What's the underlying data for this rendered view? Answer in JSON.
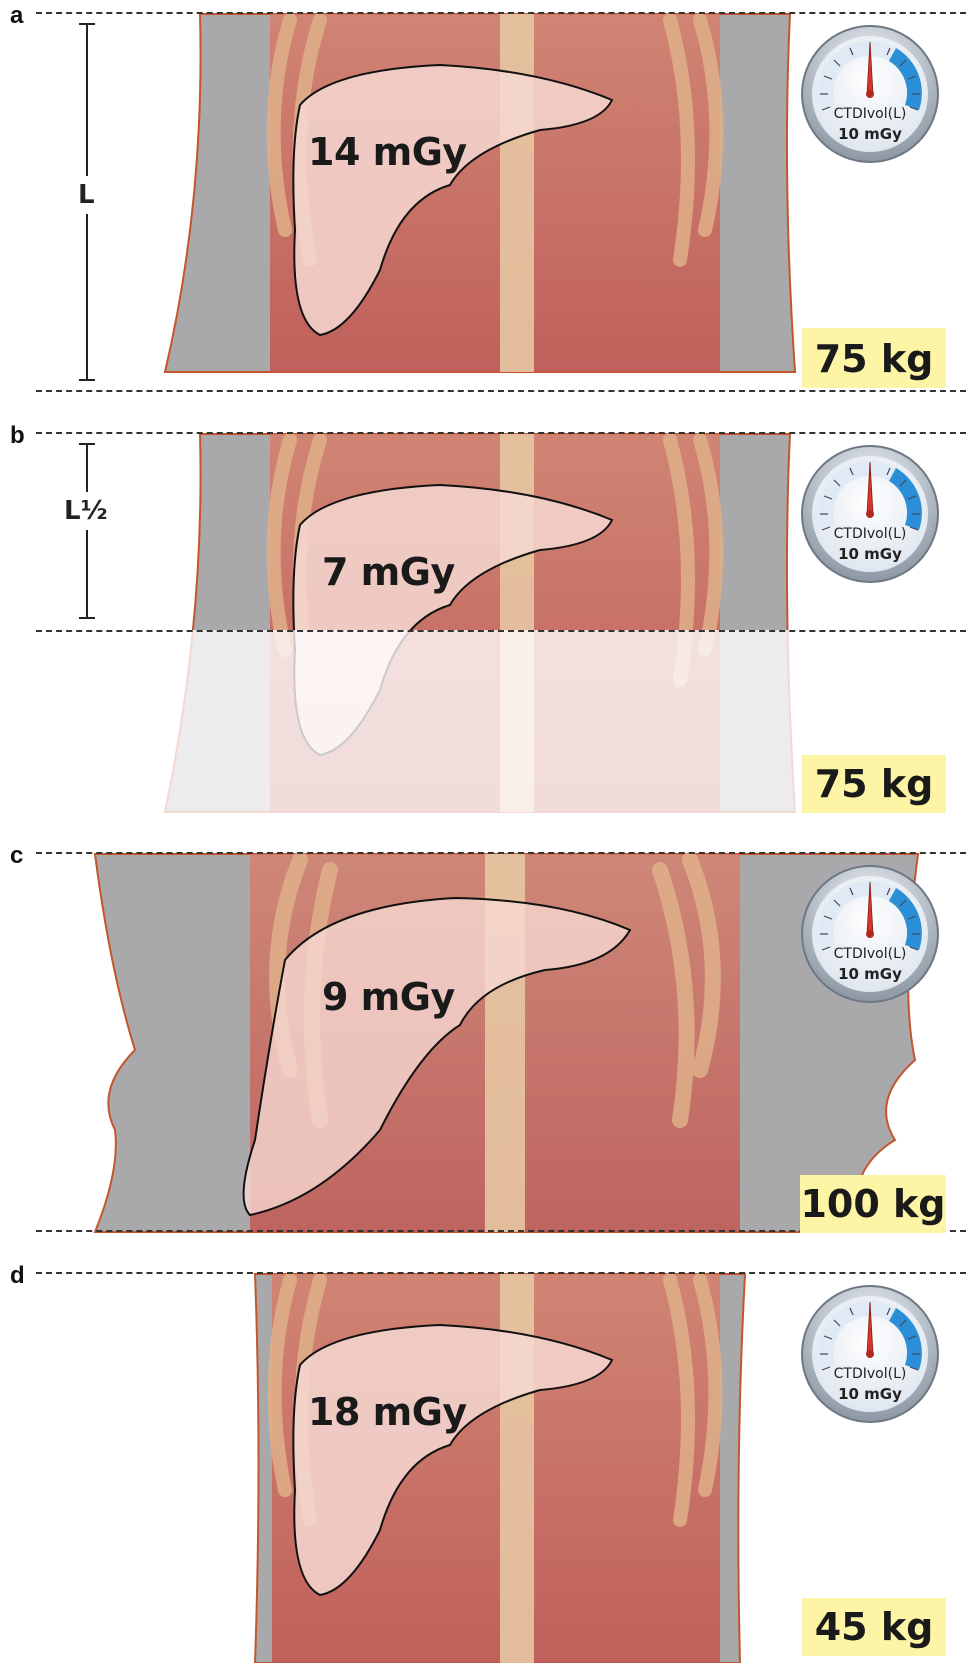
{
  "gauge": {
    "label": "CTDIvol(L)",
    "value_text": "10 mGy"
  },
  "panels": [
    {
      "letter": "a",
      "dose": "14 mGy",
      "weight": "75 kg",
      "ruler_label": "L"
    },
    {
      "letter": "b",
      "dose": "7 mGy",
      "weight": "75 kg",
      "ruler_label": "L½"
    },
    {
      "letter": "c",
      "dose": "9 mGy",
      "weight": "100 kg",
      "ruler_label": ""
    },
    {
      "letter": "d",
      "dose": "18 mGy",
      "weight": "45 kg",
      "ruler_label": ""
    }
  ],
  "colors": {
    "body_fill": "#a9a9ab",
    "body_outline": "#c4562e",
    "tissue": "#c9655c",
    "liver_fill": "#f6d8d2",
    "weight_box": "#fdf4a6",
    "gauge_blue": "#2a8fd6"
  }
}
